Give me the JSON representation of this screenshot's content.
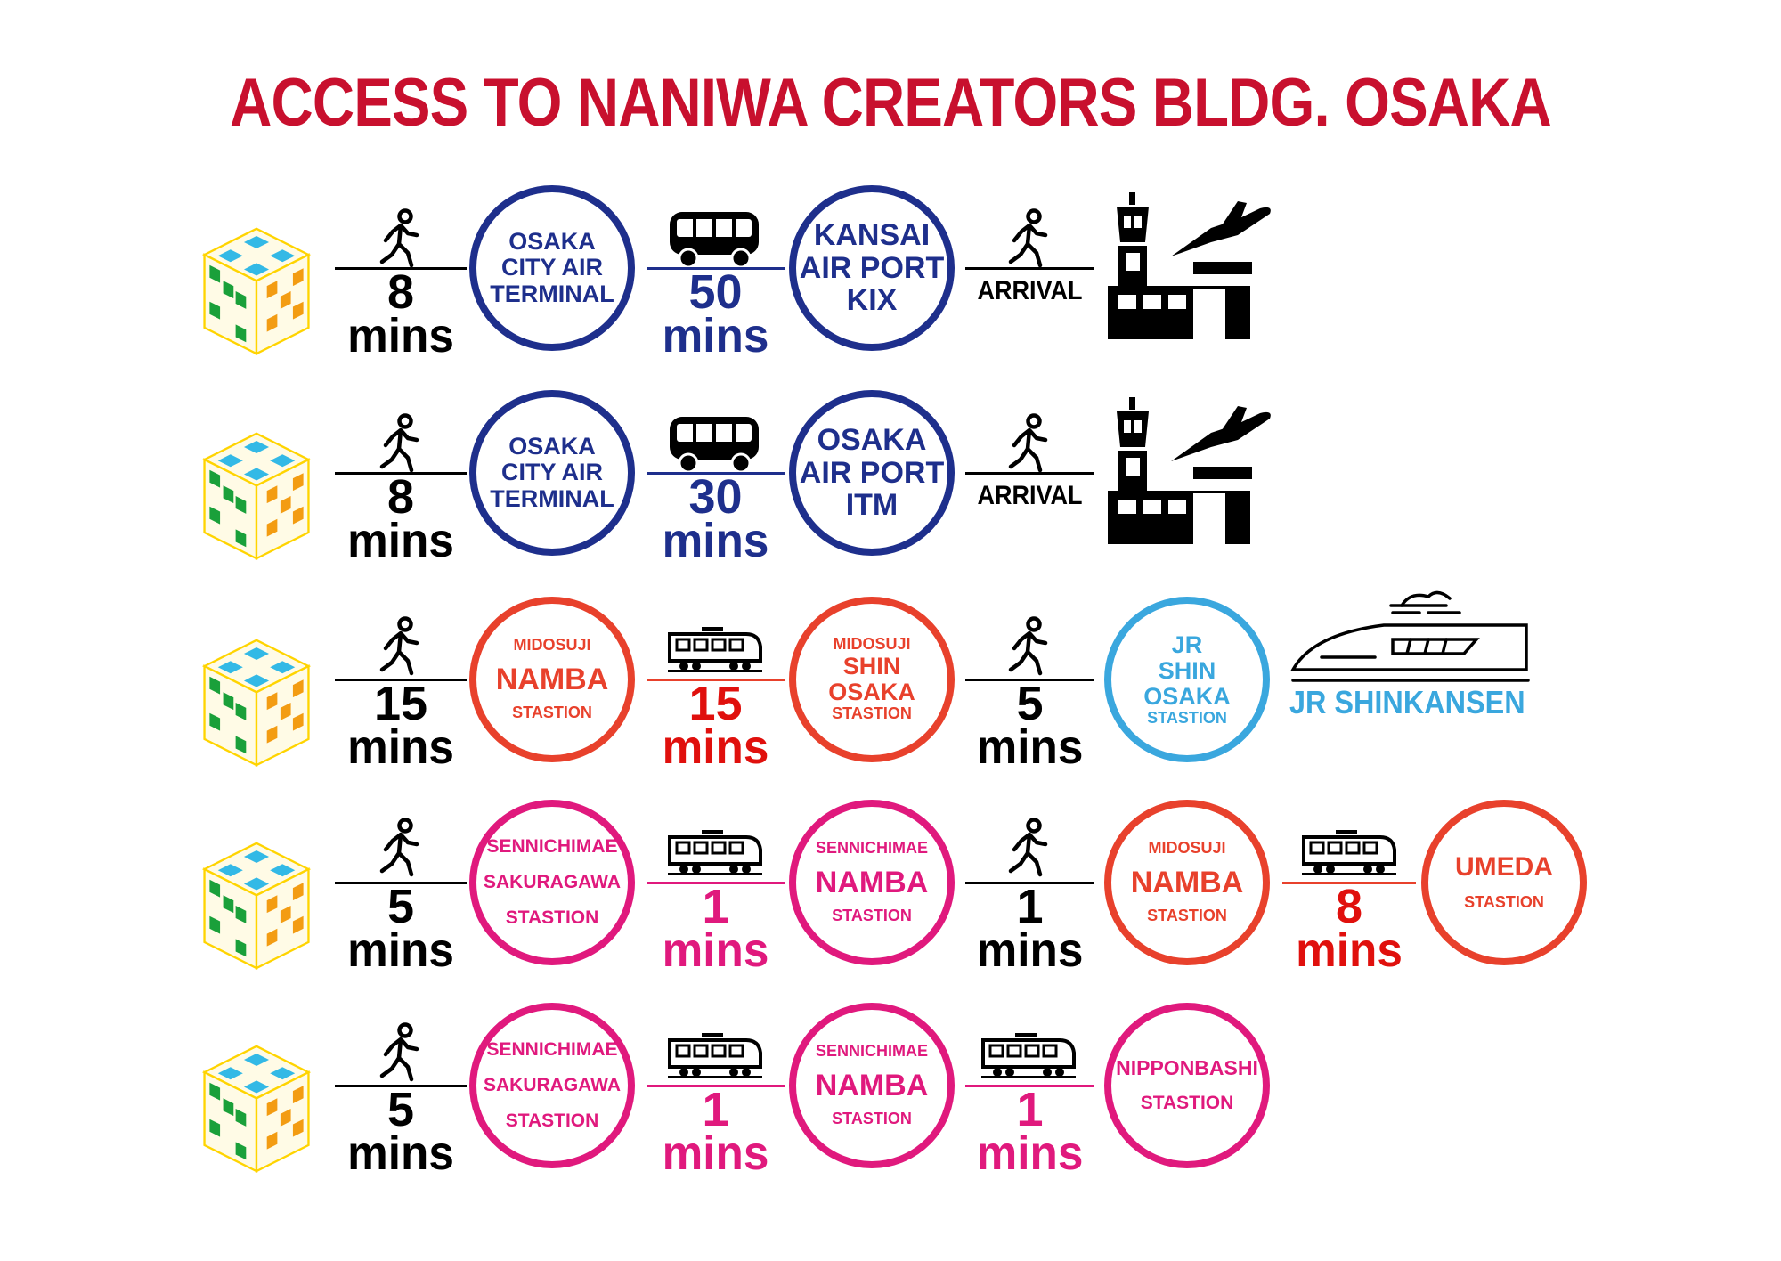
{
  "title": "ACCESS TO NANIWA CREATORS BLDG. OSAKA",
  "colors": {
    "title": "#c8102e",
    "navy": "#1e2f8c",
    "red": "#e8412c",
    "pink": "#e0197d",
    "blue": "#3aa7de"
  },
  "routes": [
    {
      "walk": {
        "num": "8",
        "unit": "mins"
      },
      "stop1": {
        "l1": "OSAKA",
        "l2": "CITY AIR",
        "l3": "TERMINAL"
      },
      "leg2": {
        "icon": "bus-icon",
        "num": "50",
        "unit": "mins"
      },
      "stop2": {
        "l1": "KANSAI",
        "l2": "AIR PORT",
        "l3": "KIX"
      },
      "leg3": {
        "icon": "walking-person-icon",
        "word": "ARRIVAL"
      },
      "dest": {
        "icon": "airport-icon"
      }
    },
    {
      "walk": {
        "num": "8",
        "unit": "mins"
      },
      "stop1": {
        "l1": "OSAKA",
        "l2": "CITY AIR",
        "l3": "TERMINAL"
      },
      "leg2": {
        "icon": "bus-icon",
        "num": "30",
        "unit": "mins"
      },
      "stop2": {
        "l1": "OSAKA",
        "l2": "AIR PORT",
        "l3": "ITM"
      },
      "leg3": {
        "icon": "walking-person-icon",
        "word": "ARRIVAL"
      },
      "dest": {
        "icon": "airport-icon"
      }
    },
    {
      "walk": {
        "num": "15",
        "unit": "mins"
      },
      "stop1": {
        "l1": "MIDOSUJI",
        "l2": "NAMBA",
        "l3": "STASTION"
      },
      "leg2": {
        "icon": "train-icon",
        "num": "15",
        "unit": "mins"
      },
      "stop2": {
        "l1": "MIDOSUJI",
        "l2": "SHIN",
        "l3": "OSAKA",
        "l4": "STASTION"
      },
      "leg3": {
        "icon": "walking-person-icon",
        "num": "5",
        "unit": "mins"
      },
      "stop3": {
        "l1": "JR",
        "l2": "SHIN",
        "l3": "OSAKA",
        "l4": "STASTION"
      },
      "dest": {
        "icon": "shinkansen-icon",
        "label": "JR SHINKANSEN"
      }
    },
    {
      "walk": {
        "num": "5",
        "unit": "mins"
      },
      "stop1": {
        "l1": "SENNICHIMAE",
        "l2": "SAKURAGAWA",
        "l3": "STASTION"
      },
      "leg2": {
        "icon": "train-icon",
        "num": "1",
        "unit": "mins"
      },
      "stop2": {
        "l1": "SENNICHIMAE",
        "l2": "NAMBA",
        "l3": "STASTION"
      },
      "leg3": {
        "icon": "walking-person-icon",
        "num": "1",
        "unit": "mins"
      },
      "stop3": {
        "l1": "MIDOSUJI",
        "l2": "NAMBA",
        "l3": "STASTION"
      },
      "leg4": {
        "icon": "train-icon",
        "num": "8",
        "unit": "mins"
      },
      "stop4": {
        "l1": "UMEDA",
        "l2": "STASTION"
      }
    },
    {
      "walk": {
        "num": "5",
        "unit": "mins"
      },
      "stop1": {
        "l1": "SENNICHIMAE",
        "l2": "SAKURAGAWA",
        "l3": "STASTION"
      },
      "leg2": {
        "icon": "train-icon",
        "num": "1",
        "unit": "mins"
      },
      "stop2": {
        "l1": "SENNICHIMAE",
        "l2": "NAMBA",
        "l3": "STASTION"
      },
      "leg3": {
        "icon": "train-icon",
        "num": "1",
        "unit": "mins"
      },
      "stop3": {
        "l1": "NIPPONBASHI",
        "l2": "STASTION"
      }
    }
  ]
}
